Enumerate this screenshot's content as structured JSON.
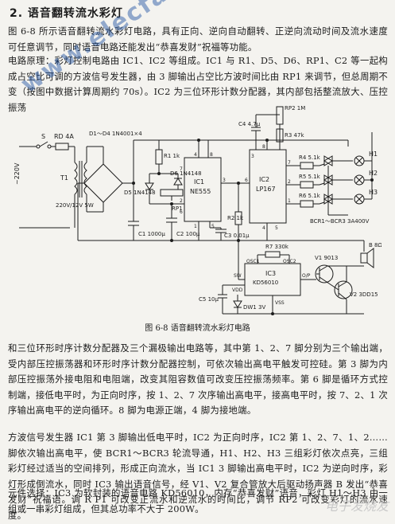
{
  "heading": "2. 语音翻转流水彩灯",
  "paragraphs": {
    "intro": "图 6-8 所示语音翻转流水彩灯电路，具有正向、逆向自动翻转、正逆向流动时间及流水速度可任意调节，同时语音电路还能发出“恭喜发财”祝福等功能。",
    "principle": "电路原理：彩灯控制电路由 IC1、IC2 等组成。IC1 与 R1、D5、D6、RP1、C2 等一起构成占空比可调的方波信号发生器，由 3 脚输出占空比方波时间比由 RP1 来调节，但总周期不变（按图中数据计算周期约 70s）。IC2 为三位环形计数分配器，其内部包括整流放大、压控振荡",
    "continuation": "和三位环形时序计数分配器及三个漏极输出电路等，其中第 1、2、7 脚分别为三个输出端，受内部压控振荡器和环形时序计数分配器控制，可依次输出高电平触发可控硅。第 3 脚为内部压控振荡外接电阻和电阻端，改变其阻容数值可改变压控振荡频率。第 6 脚是循环方式控制端，接低电平时，为正向时序，按 1、2、7 次序输出高电平，接高电平时，按 7、2、1 次序输出高电平的逆向循环。8 脚为电源正端，4 脚为接地端。",
    "operation": "方波信号发生器 IC1 第 3 脚输出低电平时，IC2 为正向时序，IC2 第 1、2、7、1、2……脚依次输出高电平，使 BCR1～BCR3 轮流导通，H1、H2、H3 三组彩灯依次点亮，三组彩灯经过适当的空间排列，形成正向流水，当 IC1 3 脚输出高电平时，IC2 为逆向时序，彩灯形成倒流水，同时 IC3 输出语音信号，经 V1、V2 复合管放大后驱动扬声器 B 发出“恭喜发财”祝福语。调 R P1 可改变正流水和逆流水的时间比，调节 RP2 可改变彩灯的流水速度。",
    "components": "元件选择：IC3 为软封装的语音电路 KD56010，内存“恭喜发财”语音，彩灯 H1～H3 由一组或一串彩灯组成，但其总功率不大于 200W。"
  },
  "figure": {
    "caption": "图 6-8   语音翻转流水彩灯电路",
    "labels": {
      "voltage": "~220V",
      "switch": "S",
      "fuse": "RD 4A",
      "transformer": "T1",
      "transformer_spec": "220V/12V 5W",
      "bridge": "D1～D4 1N4001×4",
      "r1": "R1 1k",
      "d5": "D5 1N4148",
      "d6": "D6 1N4148",
      "rp1": "RP1",
      "c1": "C1 1000μ",
      "c2": "C2 100μ",
      "ic1_name": "IC1",
      "ic1_part": "NE555",
      "c3": "C3 0.01μ",
      "r2": "R2 1k",
      "c4": "C4 4.7μ",
      "rp2": "RP2 1M",
      "r3": "R3 47k",
      "ic2_name": "IC2",
      "ic2_part": "LP167",
      "r4": "R4 5.1k",
      "r5": "R5 5.1k",
      "r6": "R6 5.1k",
      "lamp1": "H1",
      "lamp2": "H2",
      "lamp3": "H3",
      "bcr": "BCR1～BCR3 3A400V",
      "r7": "R7 330k",
      "osc1": "OSC1",
      "osc2": "OSC2",
      "ic3_name": "IC3",
      "ic3_part": "KD56010",
      "sw": "SW",
      "vdd": "VDD",
      "vss": "VSS",
      "op": "O/P",
      "c5": "C5 10μ",
      "dw1": "DW1 3V",
      "v1": "V1 9013",
      "v2": "V2 3DD15",
      "speaker": "B 8Ω",
      "pins": [
        "4",
        "8",
        "7",
        "2",
        "6",
        "3",
        "1",
        "5",
        "8",
        "7",
        "2",
        "1",
        "6",
        "3",
        "4",
        "5"
      ]
    }
  },
  "watermark": "www.elecfans.com",
  "logo": "电子发烧友"
}
